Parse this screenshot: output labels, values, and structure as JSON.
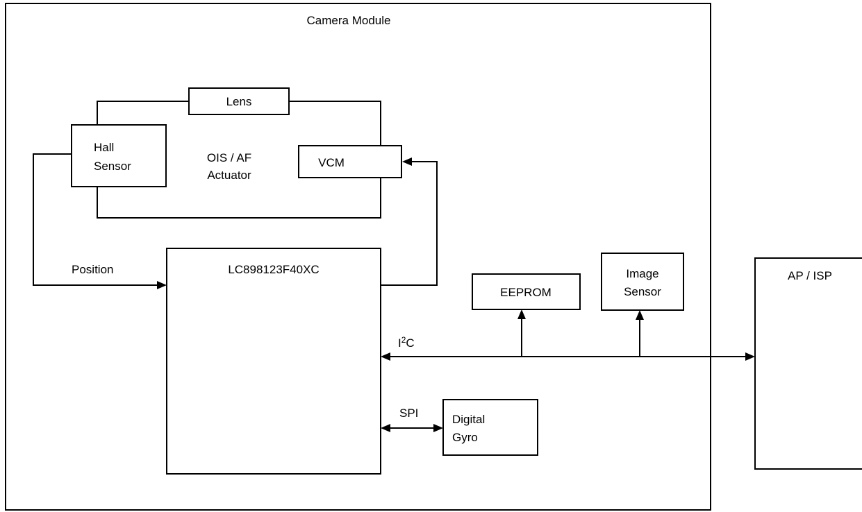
{
  "camera_module": {
    "label": "Camera Module"
  },
  "actuator": {
    "lens": "Lens",
    "hall_sensor": [
      "Hall",
      "Sensor"
    ],
    "center_label": [
      "OIS / AF",
      "Actuator"
    ],
    "vcm": "VCM"
  },
  "controller": {
    "label": "LC898123F40XC"
  },
  "eeprom": {
    "label": "EEPROM"
  },
  "image_sensor": {
    "label": [
      "Image",
      "Sensor"
    ]
  },
  "ap_isp": {
    "label": "AP / ISP"
  },
  "gyro": {
    "label": [
      "Digital",
      "Gyro"
    ]
  },
  "signals": {
    "position": "Position",
    "i2c_prefix": "I",
    "i2c_sup": "2",
    "i2c_suffix": "C",
    "spi": "SPI"
  }
}
